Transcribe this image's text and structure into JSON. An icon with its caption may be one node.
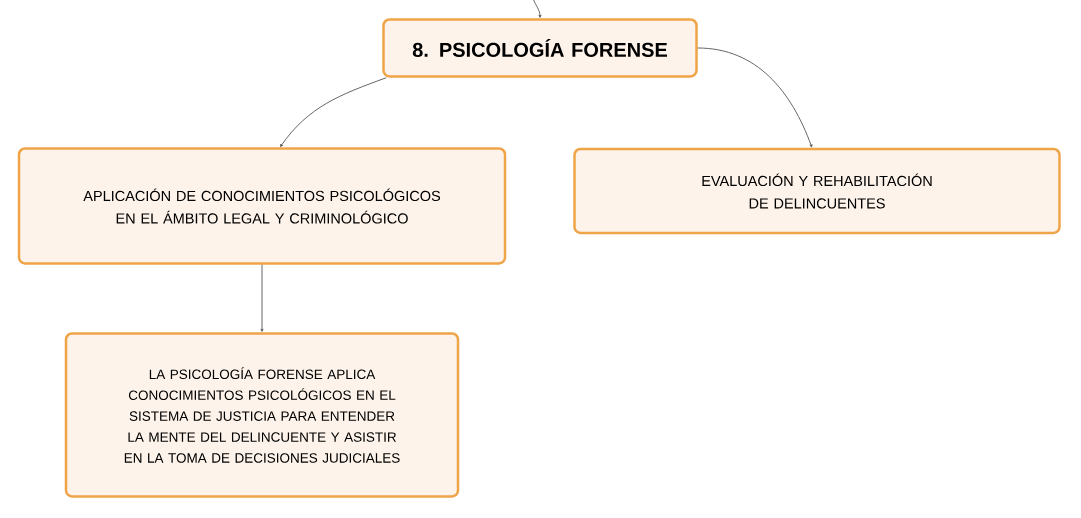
{
  "diagram": {
    "nodes": [
      {
        "text": [
          "8. PSICOLOGÍA FORENSE"
        ]
      },
      {
        "text": [
          "APLICACIÓN DE CONOCIMIENTOS PSICOLÓGICOS EN EL ÁMBITO LEGAL Y CRIMINOLÓGICO"
        ]
      },
      {
        "text": [
          "EVALUACIÓN Y REHABILITACIÓN DE DELINCUENTES"
        ]
      },
      {
        "text": [
          "LA PSICOLOGÍA FORENSE APLICA CONOCIMIENTOS PSICOLÓGICOS EN EL SISTEMA DE JUSTICIA PARA ENTENDER LA MENTE DEL DELINCUENTE Y ASISTIR EN LA TOMA DE DECISIONES JUDICIALES"
        ]
      }
    ],
    "edges": [
      {
        "from": null,
        "to": 0,
        "arrow": "to"
      },
      {
        "from": 0,
        "to": 1,
        "arrow": "to"
      },
      {
        "from": 0,
        "to": 2,
        "arrow": "to"
      },
      {
        "from": 1,
        "to": 3,
        "arrow": "to"
      }
    ]
  }
}
